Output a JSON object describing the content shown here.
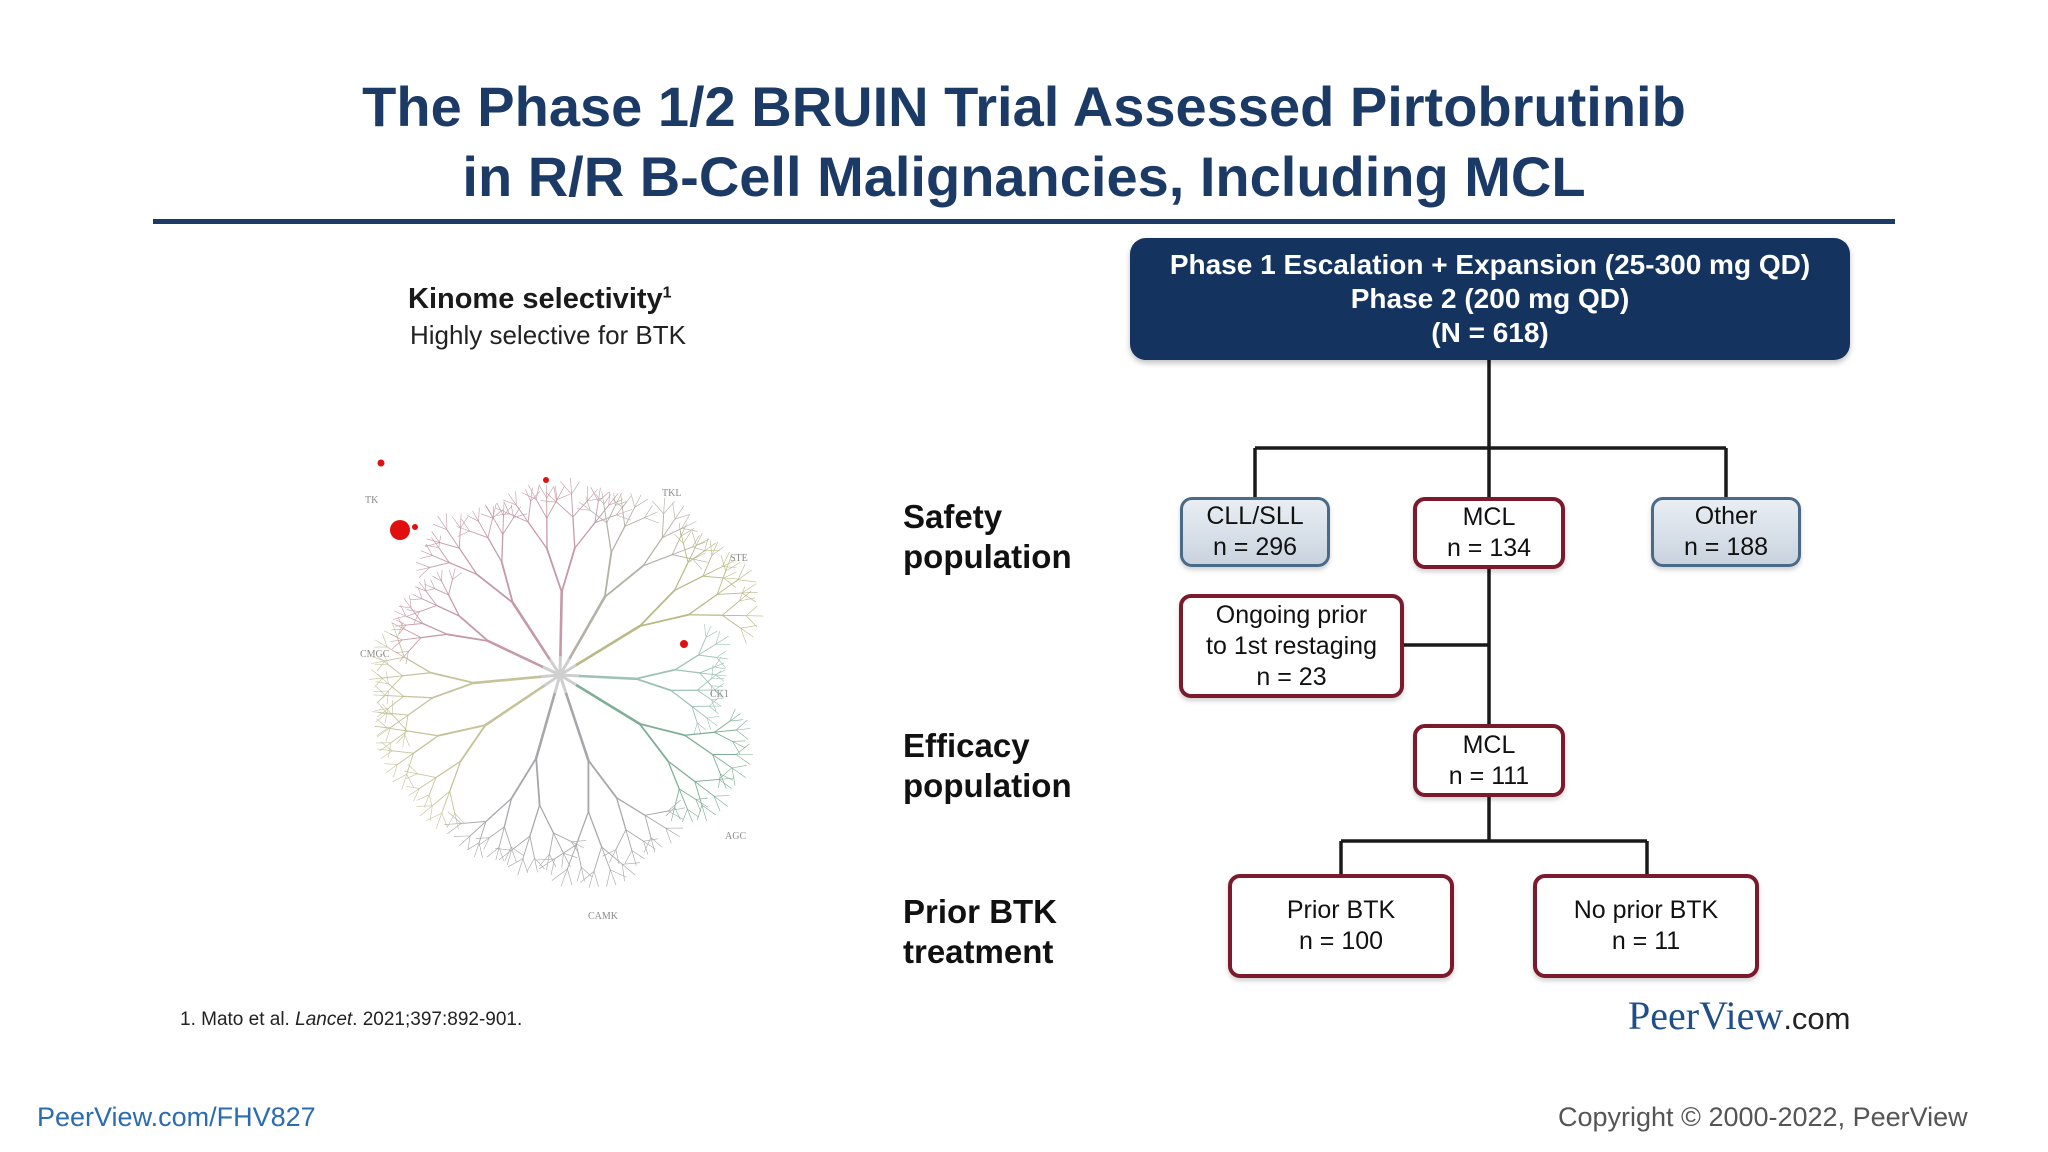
{
  "slide": {
    "title_line1": "The Phase 1/2 BRUIN Trial Assessed Pirtobrutinib",
    "title_line2": "in R/R B-Cell Malignancies, Including MCL"
  },
  "kinome": {
    "heading": "Kinome selectivity",
    "heading_sup": "1",
    "subheading": "Highly selective for BTK",
    "group_labels": [
      "TK",
      "TKL",
      "STE",
      "CMGC",
      "CK1",
      "AGC",
      "CAMK"
    ],
    "colors": {
      "tk": "#c59aa6",
      "tkl": "#b3b0a6",
      "ste": "#b9ba86",
      "cmgc": "#c5c39a",
      "ck1": "#9fc2b6",
      "agc": "#7fae98",
      "camk": "#a7a7ab",
      "hit": "#e01010"
    }
  },
  "reference": {
    "prefix": "1. Mato et al. ",
    "journal": "Lancet",
    "suffix": ". 2021;397:892-901."
  },
  "flow": {
    "top": {
      "line1": "Phase 1 Escalation + Expansion (25-300 mg QD)",
      "line2": "Phase 2 (200 mg QD)",
      "line3": "(N = 618)"
    },
    "row_labels": {
      "safety_1": "Safety",
      "safety_2": "population",
      "efficacy_1": "Efficacy",
      "efficacy_2": "population",
      "prior_1": "Prior BTK",
      "prior_2": "treatment"
    },
    "cll": {
      "line1": "CLL/SLL",
      "line2": "n = 296"
    },
    "mcl": {
      "line1": "MCL",
      "line2": "n = 134"
    },
    "other": {
      "line1": "Other",
      "line2": "n = 188"
    },
    "ongoing": {
      "line1": "Ongoing prior",
      "line2": "to 1st restaging",
      "line3": "n = 23"
    },
    "mcl_eff": {
      "line1": "MCL",
      "line2": "n = 111"
    },
    "prior_btk": {
      "line1": "Prior BTK",
      "line2": "n = 100"
    },
    "no_prior_btk": {
      "line1": "No prior BTK",
      "line2": "n = 11"
    }
  },
  "branding": {
    "logo_main": "PeerView",
    "logo_suffix": ".com",
    "footer_url": "PeerView.com/FHV827",
    "copyright": "Copyright © 2000-2022, PeerView"
  },
  "colors": {
    "title": "#1c3a66",
    "topbox": "#14345f",
    "box_border": "#7a1a2c",
    "connector": "#1a1a1a"
  }
}
